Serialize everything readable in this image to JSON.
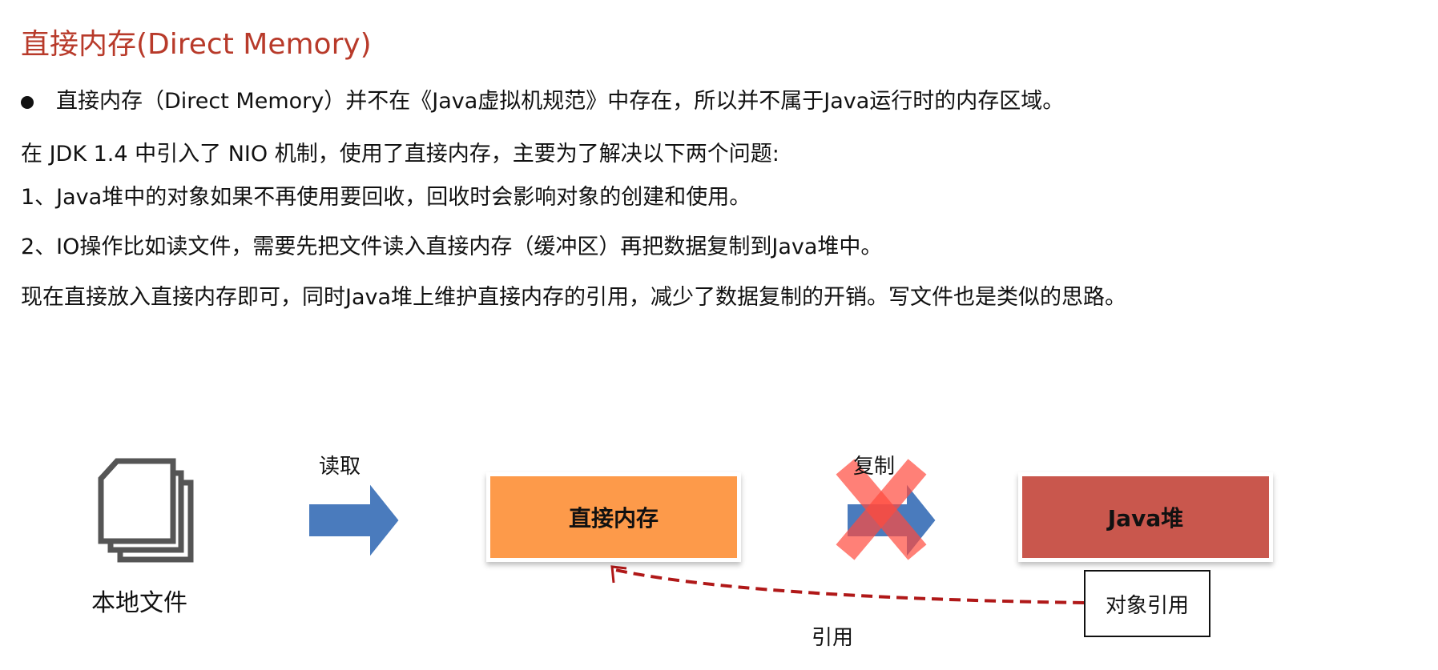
{
  "title": "直接内存(Direct Memory)",
  "lines": [
    "直接内存（Direct Memory）并不在《Java虚拟机规范》中存在，所以并不属于Java运行时的内存区域。",
    "在 JDK 1.4 中引入了 NIO 机制，使用了直接内存，主要为了解决以下两个问题:",
    "1、Java堆中的对象如果不再使用要回收，回收时会影响对象的创建和使用。",
    "2、IO操作比如读文件，需要先把文件读入直接内存（缓冲区）再把数据复制到Java堆中。",
    "现在直接放入直接内存即可，同时Java堆上维护直接内存的引用，减少了数据复制的开销。写文件也是类似的思路。"
  ],
  "diagram": {
    "local_file": "本地文件",
    "read": "读取",
    "direct_memory": "直接内存",
    "copy": "复制",
    "java_heap": "Java堆",
    "object_ref": "对象引用",
    "ref": "引用",
    "colors": {
      "orange": "#fd9a4a",
      "heap": "#c9574d",
      "arrow": "#4a7bbd",
      "cross": "#ff4a3d",
      "dash": "#b01818"
    }
  }
}
